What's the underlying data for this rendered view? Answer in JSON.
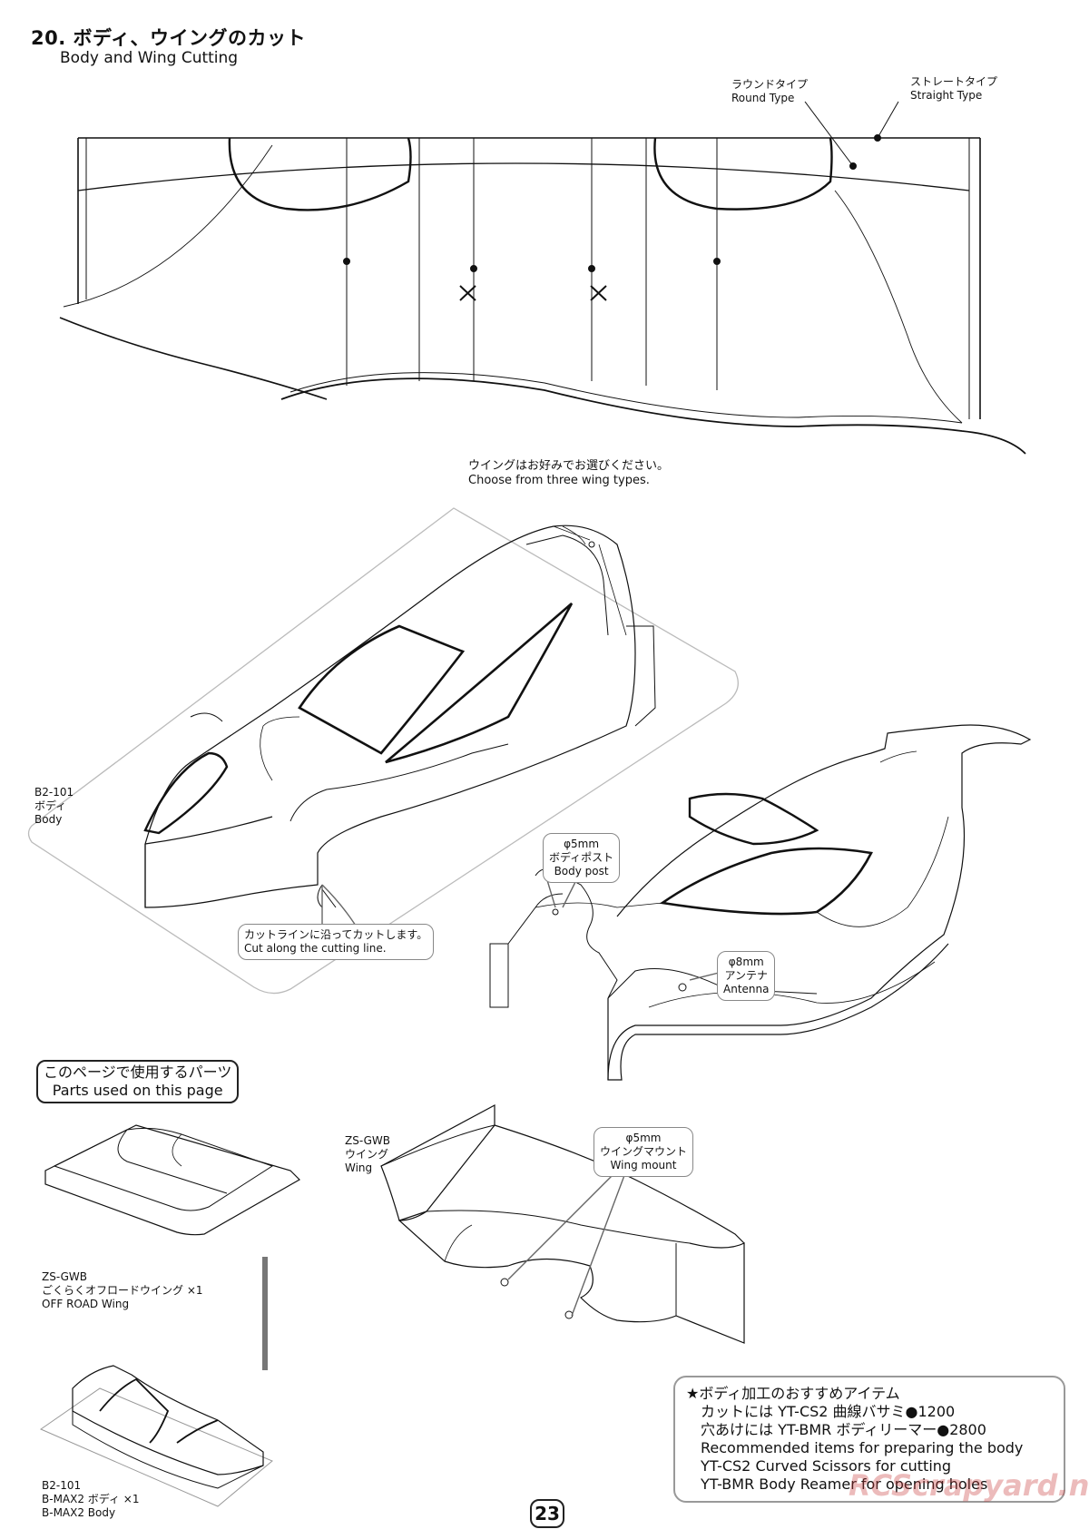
{
  "header": {
    "title_jp": "20. ボディ、ウイングのカット",
    "title_en": "Body and Wing Cutting"
  },
  "wing_template": {
    "round_type_jp": "ラウンドタイプ",
    "round_type_en": "Round Type",
    "straight_type_jp": "ストレートタイプ",
    "straight_type_en": "Straight Type",
    "choose_jp": "ウイングはお好みでお選びください。",
    "choose_en": "Choose from three wing types."
  },
  "body": {
    "part_no": "B2-101",
    "part_jp": "ボディ",
    "part_en": "Body",
    "cut_jp": "カットラインに沿ってカットします。",
    "cut_en": "Cut along the cutting line.",
    "post_size": "φ5mm",
    "post_jp": "ボディポスト",
    "post_en": "Body post",
    "antenna_size": "φ8mm",
    "antenna_jp": "アンテナ",
    "antenna_en": "Antenna"
  },
  "wing": {
    "part_no": "ZS-GWB",
    "part_jp": "ウイング",
    "part_en": "Wing",
    "mount_size": "φ5mm",
    "mount_jp": "ウイングマウント",
    "mount_en": "Wing mount"
  },
  "parts_used": {
    "title_jp": "このページで使用するパーツ",
    "title_en": "Parts used on this page",
    "item1_no": "ZS-GWB",
    "item1_jp": "ごくらくオフロードウイング ×1",
    "item1_en": "OFF ROAD Wing",
    "item2_no": "B2-101",
    "item2_jp": "B-MAX2 ボディ ×1",
    "item2_en": "B-MAX2 Body"
  },
  "recommended": {
    "line1": "★ボディ加工のおすすめアイテム",
    "line2": "カットには YT-CS2 曲線バサミ●1200",
    "line3": "穴あけには YT-BMR ボディリーマー●2800",
    "line4": "Recommended items for preparing the body",
    "line5": "YT-CS2 Curved Scissors for cutting",
    "line6": "YT-BMR Body Reamer for opening holes"
  },
  "page_number": "23",
  "watermark": "RCScrapyard.net"
}
